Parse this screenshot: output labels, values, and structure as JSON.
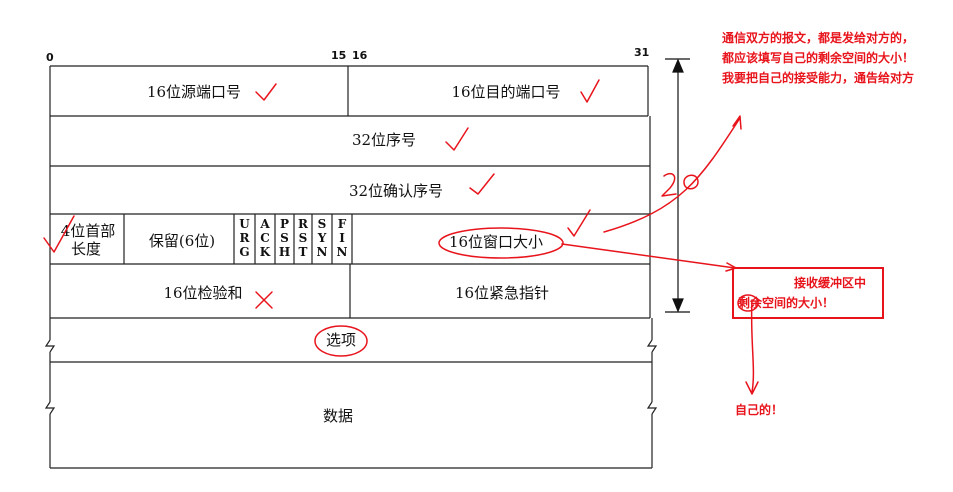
{
  "header": {
    "bit_start": "0",
    "bit_15": "15",
    "bit_16": "16",
    "bit_end": "31"
  },
  "fields": {
    "src_port": "16位源端口号",
    "dst_port": "16位目的端口号",
    "seq": "32位序号",
    "ack": "32位确认序号",
    "hdr_len_line1": "4位首部",
    "hdr_len_line2": "长度",
    "reserved": "保留(6位)",
    "flags": [
      "URG",
      "ACK",
      "PSH",
      "RST",
      "SYN",
      "FIN"
    ],
    "window": "16位窗口大小",
    "checksum": "16位检验和",
    "urgent": "16位紧急指针",
    "options": "选项",
    "data": "数据"
  },
  "annotations": {
    "top_note": [
      "通信双方的报文，都是发给对方的，",
      "都应该填写自己的剩余空间的大小！",
      "我要把自己的接受能力，通告给对方"
    ],
    "box_line1": "接收缓冲区中",
    "box_line2": "剩余空间的大小！",
    "own": "自己的！",
    "side_mark": "20"
  },
  "colors": {
    "annotation": "#e8141c",
    "line": "#222222"
  }
}
